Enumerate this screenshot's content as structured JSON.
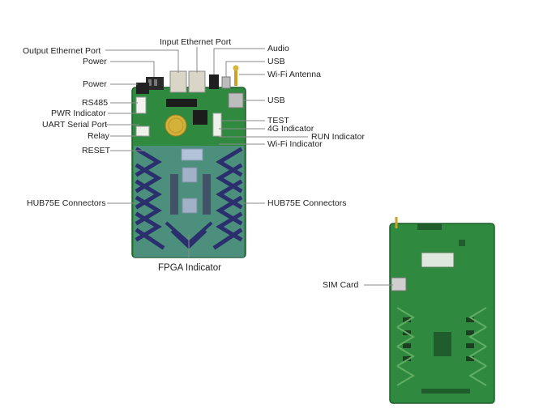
{
  "labels": {
    "input_ethernet_port": "Input Ethernet Port",
    "output_ethernet_port": "Output Ethernet Port",
    "audio": "Audio",
    "power_top": "Power",
    "usb_top": "USB",
    "wifi_antenna": "Wi-Fi Antenna",
    "power_side": "Power",
    "usb_side": "USB",
    "rs485": "RS485",
    "pwr_indicator": "PWR Indicator",
    "test": "TEST",
    "uart_serial_port": "UART Serial Port",
    "indicator_4g": "4G Indicator",
    "relay": "Relay",
    "run_indicator": "RUN Indicator",
    "wifi_indicator": "Wi-Fi Indicator",
    "reset": "RESET",
    "hub75e_left": "HUB75E Connectors",
    "hub75e_right": "HUB75E Connectors",
    "fpga_indicator": "FPGA Indicator",
    "sim_card": "SIM Card"
  },
  "colors": {
    "pcb_green": "#2f8a3f",
    "pcb_dark": "#1f5e2c",
    "highlight_blue": "#6f94c8",
    "connector_navy": "#2b2f6e",
    "leader_line": "#8a8a8a"
  }
}
